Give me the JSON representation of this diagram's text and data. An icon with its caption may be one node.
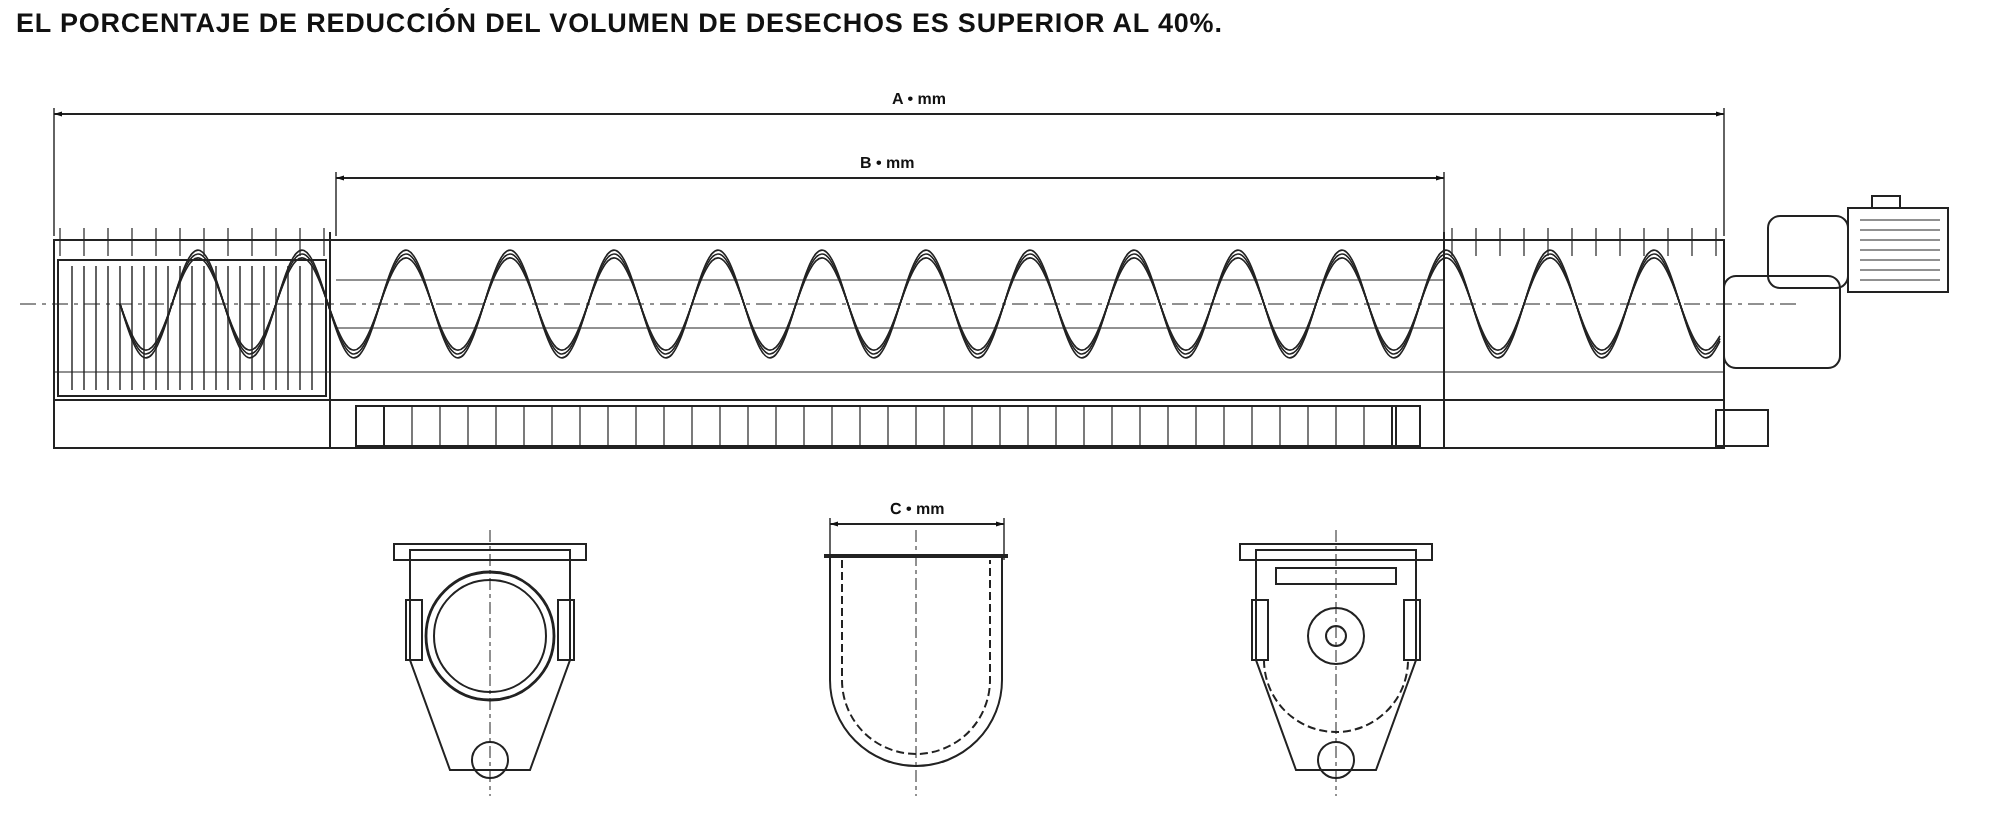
{
  "diagram": {
    "title": "EL PORCENTAJE DE REDUCCIÓN DEL VOLUMEN DE DESECHOS ES SUPERIOR AL 40%.",
    "labels": [
      "A • mm",
      "B • mm",
      "C • mm"
    ]
  }
}
